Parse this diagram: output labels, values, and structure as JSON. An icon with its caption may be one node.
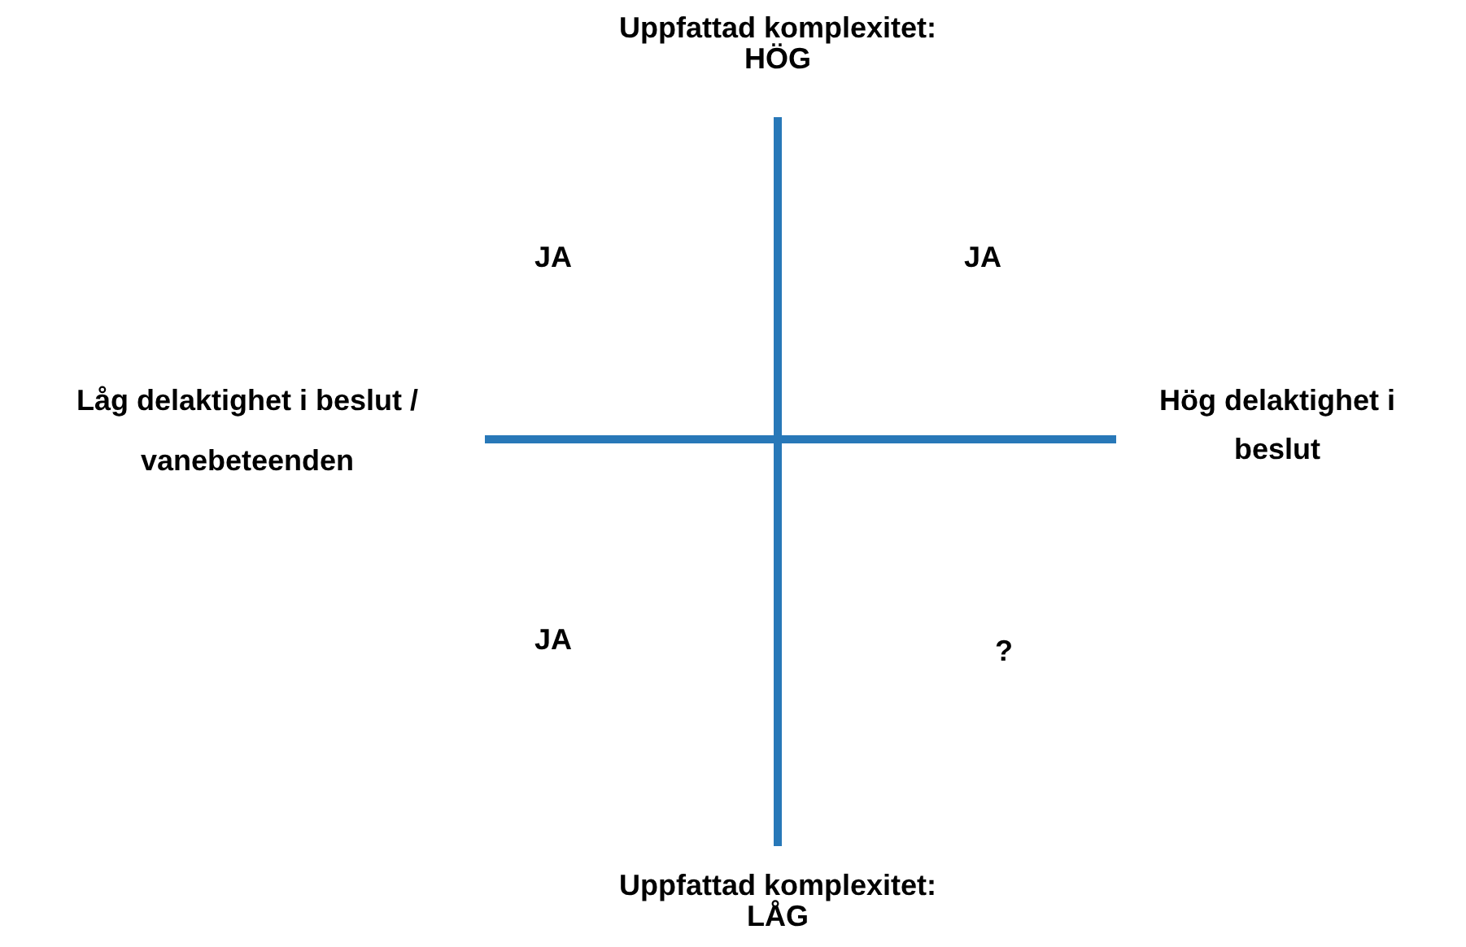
{
  "diagram": {
    "labels": [
      "Uppfattad komplexitet: HÖG",
      "JA",
      "JA",
      "Låg delaktighet i beslut / vanebeteenden",
      "Hög delaktighet i beslut",
      "JA",
      "?",
      "Uppfattad komplexitet: LÅG"
    ]
  }
}
